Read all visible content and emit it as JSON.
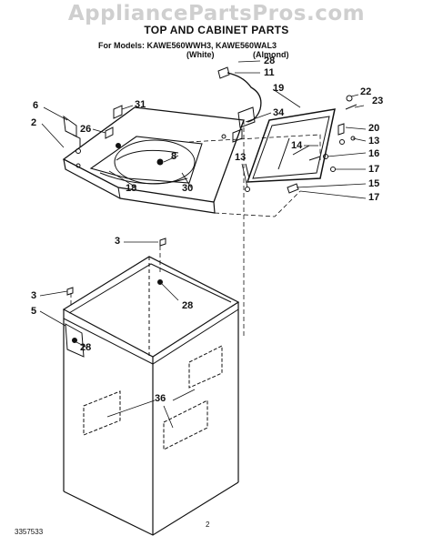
{
  "watermark": "AppliancePartsPros.com",
  "title": "TOP AND CABINET PARTS",
  "models_line": "For Models: KAWE560WWH3, KAWE560WAL3",
  "variant_white": "(White)",
  "variant_almond": "(Almond)",
  "labels": {
    "l28a": "28",
    "l11": "11",
    "l19": "19",
    "l22": "22",
    "l23": "23",
    "l6": "6",
    "l31": "31",
    "l2": "2",
    "l34": "34",
    "l20": "20",
    "l26": "26",
    "l13a": "13",
    "l13b": "13",
    "l14": "14",
    "l16": "16",
    "l8": "8",
    "l17a": "17",
    "l15": "15",
    "l17b": "17",
    "l18": "18",
    "l30": "30",
    "l3a": "3",
    "l3b": "3",
    "l28b": "28",
    "l5": "5",
    "l28c": "28",
    "l36": "36"
  },
  "footer": {
    "part_number": "3357533",
    "page_number": "2"
  }
}
